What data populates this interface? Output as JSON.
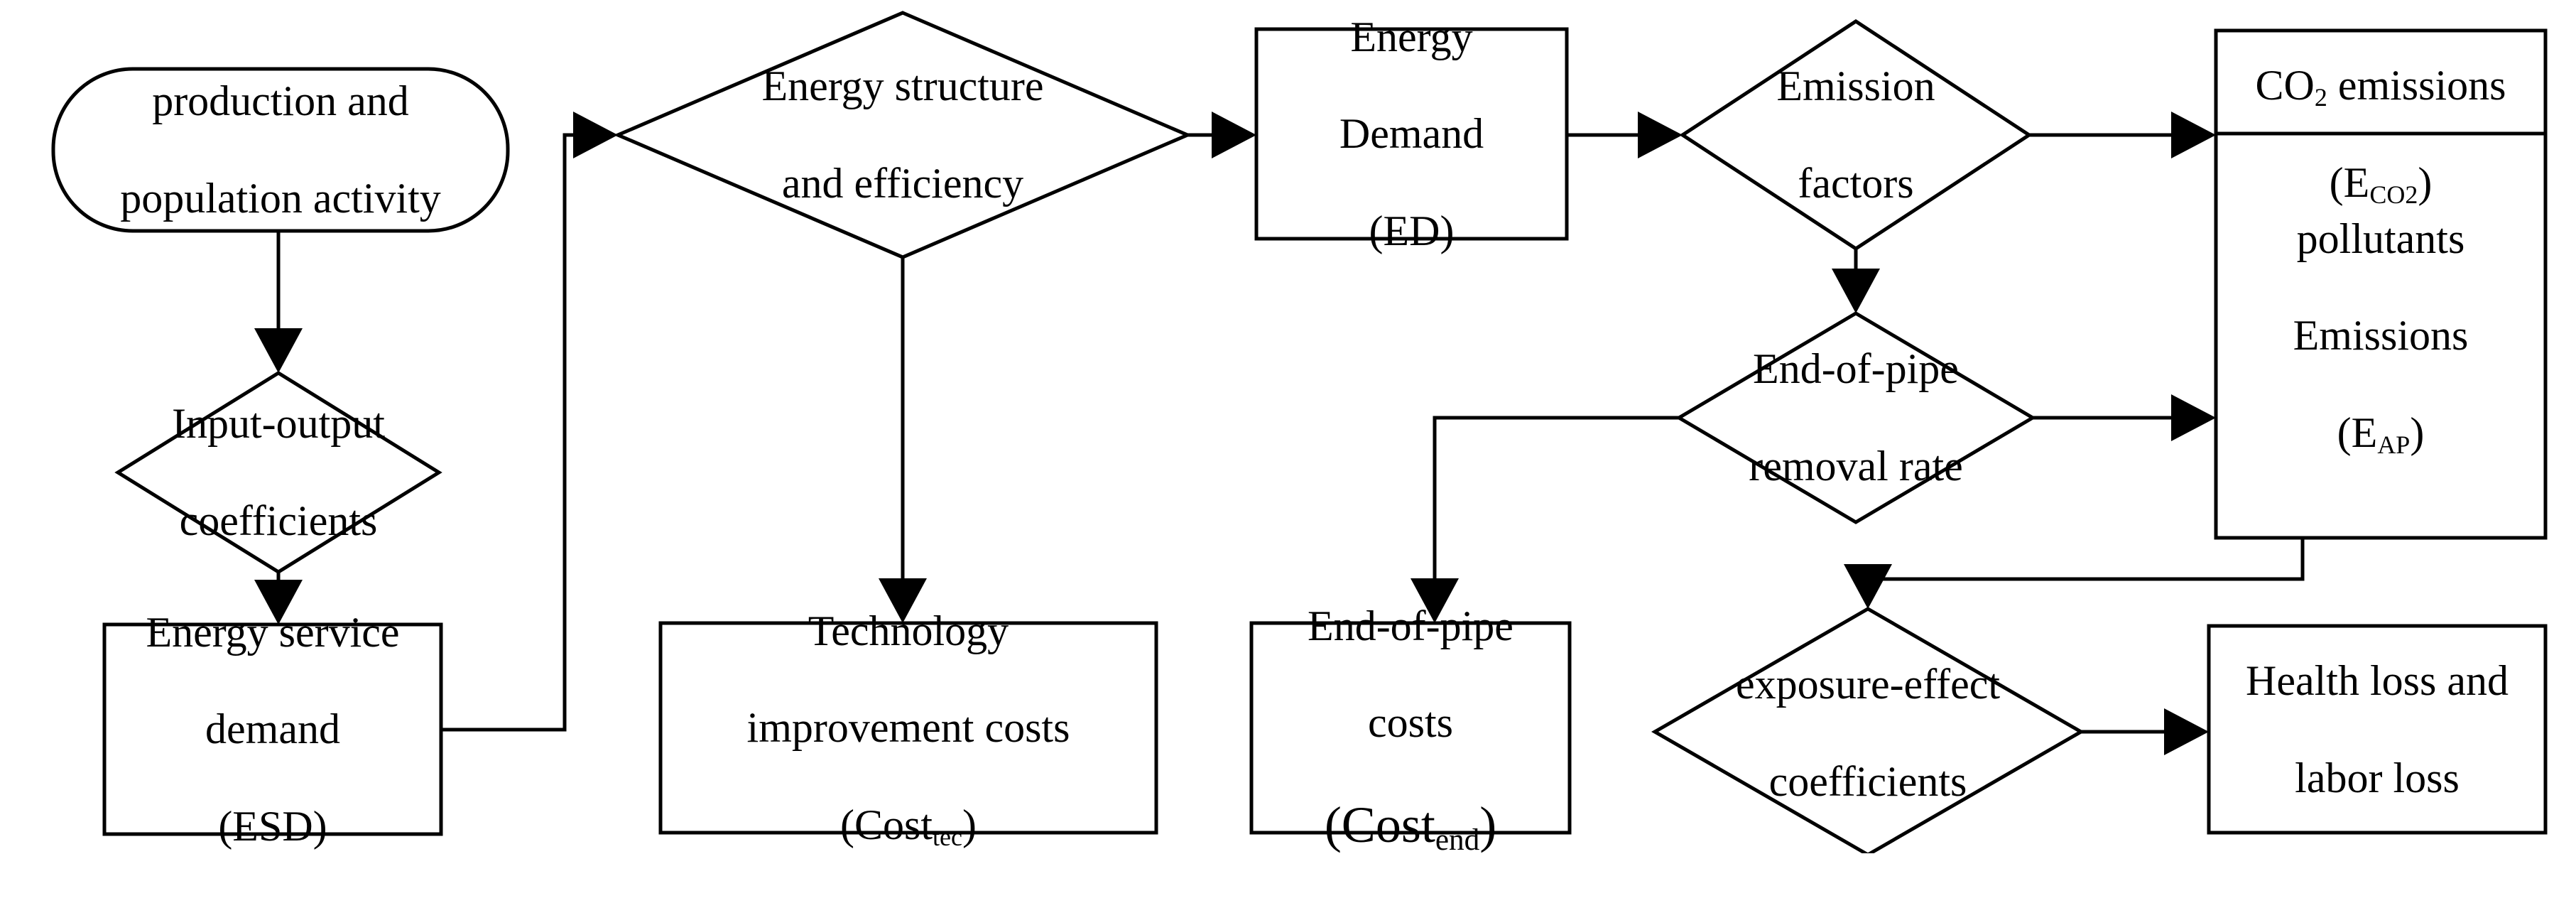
{
  "diagram": {
    "title": "Integrated assessment model flow",
    "colors": {
      "stroke": "#000000",
      "fill": "#ffffff",
      "text": "#000000"
    },
    "nodes": [
      {
        "id": "production",
        "shape": "rounded-rectangle",
        "lines": [
          "production and",
          "population activity"
        ]
      },
      {
        "id": "io-coeff",
        "shape": "diamond",
        "lines": [
          "Input-output",
          "coefficients"
        ]
      },
      {
        "id": "esd",
        "shape": "rectangle",
        "lines": [
          "Energy service",
          "demand",
          "(ESD)"
        ]
      },
      {
        "id": "energy-struct",
        "shape": "diamond",
        "lines": [
          "Energy structure",
          "and efficiency"
        ]
      },
      {
        "id": "tech-cost",
        "shape": "rectangle",
        "lines": [
          "Technology",
          "improvement costs",
          "(Cost_tec)"
        ]
      },
      {
        "id": "energy-demand",
        "shape": "rectangle",
        "lines": [
          "Energy",
          "Demand",
          "(ED)"
        ]
      },
      {
        "id": "emission-fac",
        "shape": "diamond",
        "lines": [
          "Emission",
          "factors"
        ]
      },
      {
        "id": "co2",
        "shape": "rectangle",
        "lines": [
          "CO_2 emissions",
          "(E_CO2)"
        ]
      },
      {
        "id": "eop-rate",
        "shape": "diamond",
        "lines": [
          "End-of-pipe",
          "removal rate"
        ]
      },
      {
        "id": "pollutants",
        "shape": "rectangle",
        "lines": [
          "pollutants",
          "Emissions",
          "(E_AP)"
        ]
      },
      {
        "id": "eop-cost",
        "shape": "rectangle",
        "lines": [
          "End-of-pipe",
          "costs",
          "(Cost_end)"
        ]
      },
      {
        "id": "exposure",
        "shape": "diamond",
        "lines": [
          "exposure-effect",
          "coefficients"
        ]
      },
      {
        "id": "health",
        "shape": "rectangle",
        "lines": [
          "Health loss and",
          "labor loss"
        ]
      }
    ],
    "labels": {
      "production": {
        "l1": "production and",
        "l2": "population activity"
      },
      "io_coeff": {
        "l1": "Input-output",
        "l2": "coefficients"
      },
      "esd": {
        "l1": "Energy service",
        "l2": "demand",
        "l3": "(ESD)"
      },
      "energy_struct": {
        "l1": "Energy structure",
        "l2": "and efficiency"
      },
      "tech_cost": {
        "l1": "Technology",
        "l2": "improvement costs",
        "l3_pre": "(Cost",
        "l3_sub": "tec",
        "l3_post": ")"
      },
      "energy_demand": {
        "l1": "Energy",
        "l2": "Demand",
        "l3": "(ED)"
      },
      "emission_fac": {
        "l1": "Emission",
        "l2": "factors"
      },
      "co2": {
        "l1_pre": "CO",
        "l1_sub": "2",
        "l1_post": " emissions",
        "l2_pre": "(E",
        "l2_sub": "CO2",
        "l2_post": ")"
      },
      "eop_rate": {
        "l1": "End-of-pipe",
        "l2": "removal rate"
      },
      "pollutants": {
        "l1": "pollutants",
        "l2": "Emissions",
        "l3_pre": "(E",
        "l3_sub": "AP",
        "l3_post": ")"
      },
      "eop_cost": {
        "l1": "End-of-pipe",
        "l2": "costs",
        "l3_pre": "(Cost",
        "l3_sub": "end",
        "l3_post": ")"
      },
      "exposure": {
        "l1": "exposure-effect",
        "l2": "coefficients"
      },
      "health": {
        "l1": "Health loss and",
        "l2": "labor loss"
      }
    },
    "edges": [
      {
        "id": "e1",
        "from": "production",
        "to": "io-coeff",
        "arrow": true
      },
      {
        "id": "e2",
        "from": "io-coeff",
        "to": "esd",
        "arrow": true
      },
      {
        "id": "e3",
        "from": "esd",
        "to": "energy-struct",
        "arrow": true
      },
      {
        "id": "e4",
        "from": "energy-struct",
        "to": "energy-demand",
        "arrow": true
      },
      {
        "id": "e5",
        "from": "energy-struct",
        "to": "tech-cost",
        "arrow": true
      },
      {
        "id": "e6",
        "from": "energy-demand",
        "to": "emission-fac",
        "arrow": true
      },
      {
        "id": "e7",
        "from": "emission-fac",
        "to": "co2",
        "arrow": true
      },
      {
        "id": "e8",
        "from": "emission-fac",
        "to": "eop-rate",
        "arrow": true
      },
      {
        "id": "e9",
        "from": "eop-rate",
        "to": "pollutants",
        "arrow": true
      },
      {
        "id": "e10",
        "from": "eop-rate",
        "to": "eop-cost",
        "arrow": true
      },
      {
        "id": "e11",
        "from": "pollutants",
        "to": "exposure",
        "arrow": true
      },
      {
        "id": "e12",
        "from": "exposure",
        "to": "health",
        "arrow": true
      }
    ]
  }
}
